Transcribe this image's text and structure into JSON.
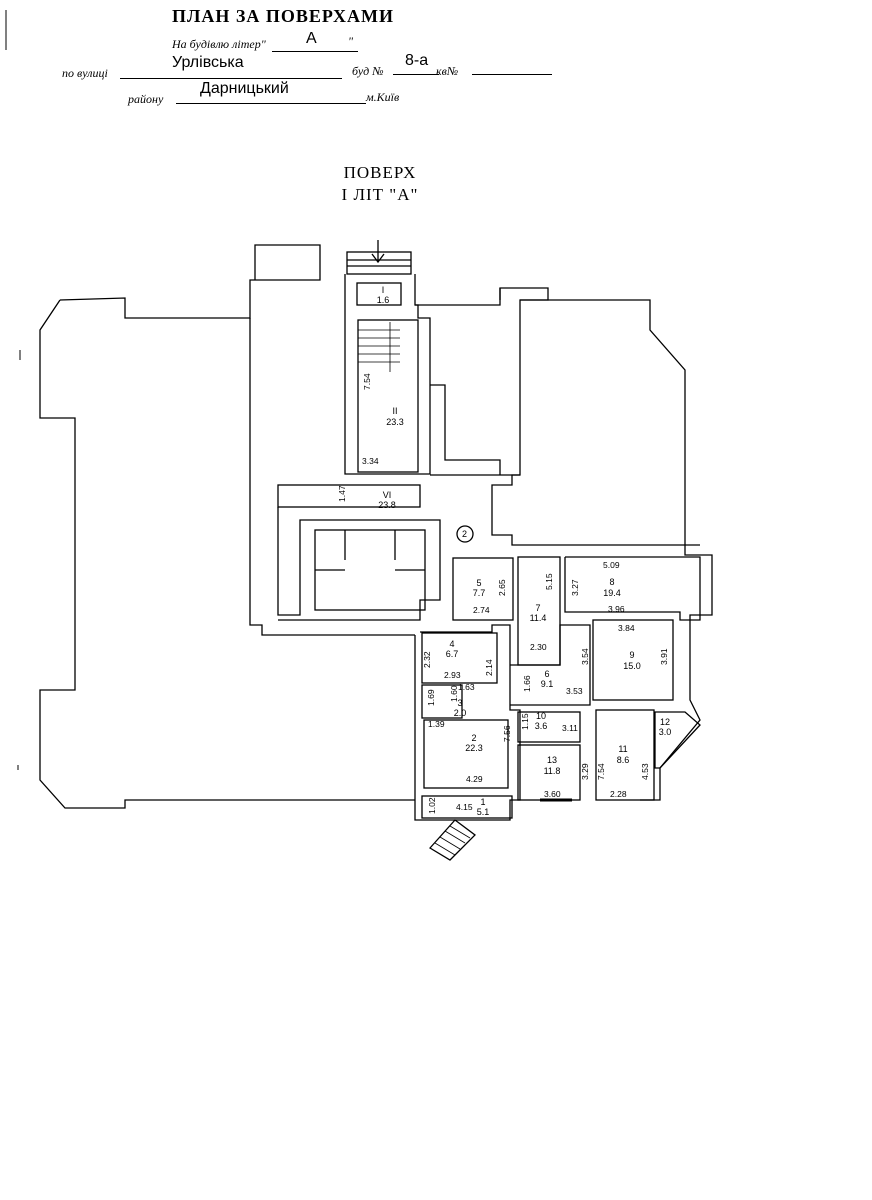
{
  "header": {
    "title": "ПЛАН ЗА ПОВЕРХАМИ",
    "building_letter_label": "На будівлю літер\"",
    "building_letter_value": "А",
    "building_letter_close": "\"",
    "street_label": "по вулиці",
    "street_value": "Урлівська",
    "house_label": "буд №",
    "house_value": "8-а",
    "apt_label": "кв№",
    "district_label": "району",
    "district_value": "Дарницький",
    "city_label": "м.Київ"
  },
  "floor": {
    "line1": "ПОВЕРХ",
    "line2": "І ЛІТ \"А\""
  },
  "rooms": [
    {
      "num": "I",
      "area": "1.6"
    },
    {
      "num": "II",
      "area": "23.3"
    },
    {
      "num": "VI",
      "area": "23.8"
    },
    {
      "num": "1",
      "area": "5.1"
    },
    {
      "num": "2",
      "area": "22.3"
    },
    {
      "num": "3",
      "area": "2.0"
    },
    {
      "num": "4",
      "area": "6.7"
    },
    {
      "num": "5",
      "area": "7.7"
    },
    {
      "num": "6",
      "area": "9.1"
    },
    {
      "num": "7",
      "area": "11.4"
    },
    {
      "num": "8",
      "area": "19.4"
    },
    {
      "num": "9",
      "area": "15.0"
    },
    {
      "num": "10",
      "area": "3.6"
    },
    {
      "num": "11",
      "area": "8.6"
    },
    {
      "num": "12",
      "area": "3.0"
    },
    {
      "num": "13",
      "area": "11.8"
    }
  ],
  "dimensions": {
    "d_7_54_a": "7.54",
    "d_3_34": "3.34",
    "d_1_47": "1.47",
    "d_2_65": "2.65",
    "d_2_74": "2.74",
    "d_5_15": "5.15",
    "d_2_30": "2.30",
    "d_3_27": "3.27",
    "d_5_09": "5.09",
    "d_3_96": "3.96",
    "d_3_84": "3.84",
    "d_3_91": "3.91",
    "d_3_54": "3.54",
    "d_3_53": "3.53",
    "d_1_66": "1.66",
    "d_2_32": "2.32",
    "d_2_93": "2.93",
    "d_2_14": "2.14",
    "d_1_69": "1.69",
    "d_1_63": "1.63",
    "d_1_60": "1.60",
    "d_1_39": "1.39",
    "d_7_56": "7.56",
    "d_4_29": "4.29",
    "d_1_02": "1.02",
    "d_4_15": "4.15",
    "d_1_15": "1.15",
    "d_3_11": "3.11",
    "d_3_29": "3.29",
    "d_3_60": "3.60",
    "d_7_54_b": "7.54",
    "d_4_53": "4.53",
    "d_2_28": "2.28"
  },
  "marker": "2"
}
